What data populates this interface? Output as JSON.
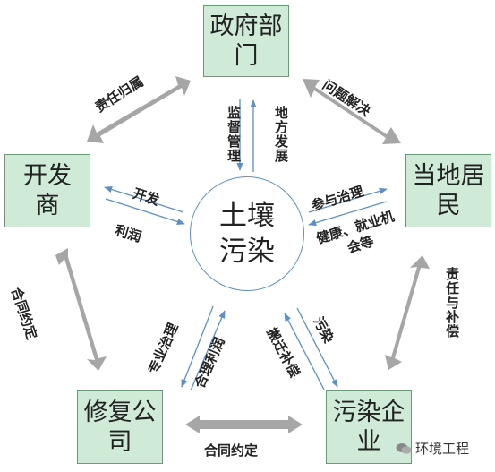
{
  "nodes": {
    "government": "政府部门",
    "residents": "当地居民",
    "developer": "开发商",
    "remediation": "修复公司",
    "polluter": "污染企业",
    "center": "土壤污染"
  },
  "edges": {
    "gov_dev": "责任归属",
    "gov_res": "问题解决",
    "gov_center_supervise": "监督管理",
    "gov_center_develop": "地方发展",
    "dev_center_develop": "开发",
    "dev_center_profit": "利润",
    "res_center_governance": "参与治理",
    "res_center_health": "健康、就业机会等",
    "dev_rem": "合同约定",
    "res_pol": "责任与补偿",
    "rem_pol": "合同约定",
    "rem_center_governance": "专业治理",
    "rem_center_profit": "合理利润",
    "pol_center_pollution": "污染",
    "pol_center_relocation": "搬迁补偿"
  },
  "watermark": "环境工程",
  "colors": {
    "box_fill": "#cfead6",
    "box_border": "#6a9a78",
    "thick_arrow": "#a6a6a6",
    "thin_arrow": "#5b8fc5"
  }
}
